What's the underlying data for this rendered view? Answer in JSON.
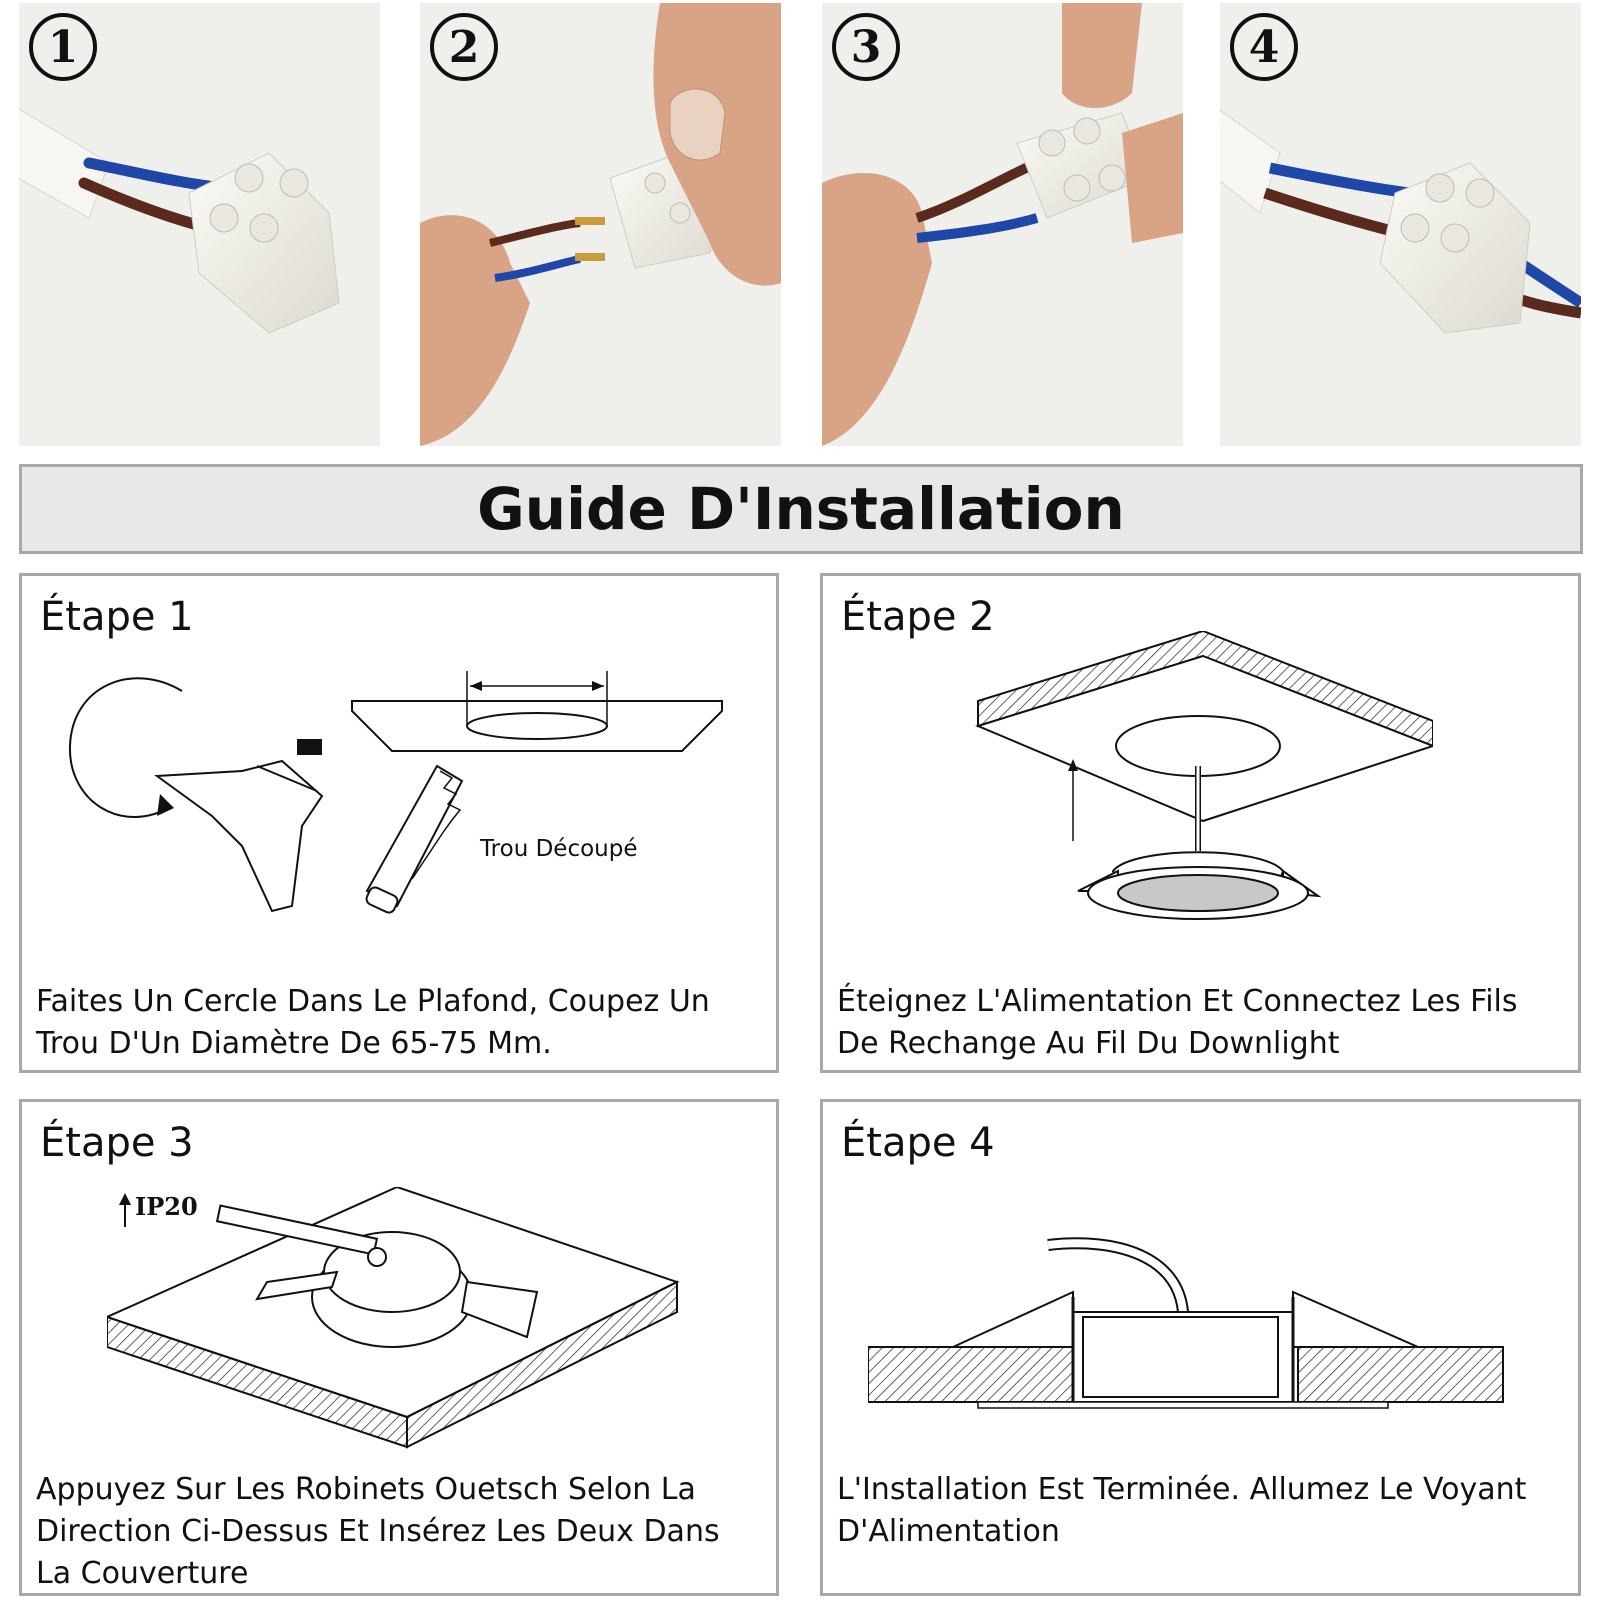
{
  "photo_steps": [
    {
      "number": "1"
    },
    {
      "number": "2"
    },
    {
      "number": "3"
    },
    {
      "number": "4"
    }
  ],
  "banner": {
    "title": "Guide D'Installation"
  },
  "steps": [
    {
      "title": "Étape 1",
      "description": "Faites Un Cercle Dans Le Plafond, Coupez Un Trou D'Un Diamètre De 65-75 Mm.",
      "label": "Trou Découpé"
    },
    {
      "title": "Étape 2",
      "description": "Éteignez L'Alimentation Et Connectez Les Fils De Rechange Au Fil Du Downlight"
    },
    {
      "title": "Étape 3",
      "description": "Appuyez Sur Les Robinets Ouetsch Selon La Direction Ci-Dessus Et Insérez Les Deux Dans La Couverture",
      "label": "IP20"
    },
    {
      "title": "Étape 4",
      "description": "L'Installation Est Terminée. Allumez Le Voyant D'Alimentation"
    }
  ],
  "colors": {
    "wire_blue": "#1f47a8",
    "wire_brown": "#5a2a1c",
    "skin": "#d9a486",
    "panel_border": "#a8a8a8",
    "banner_bg": "#e8e8e8"
  }
}
